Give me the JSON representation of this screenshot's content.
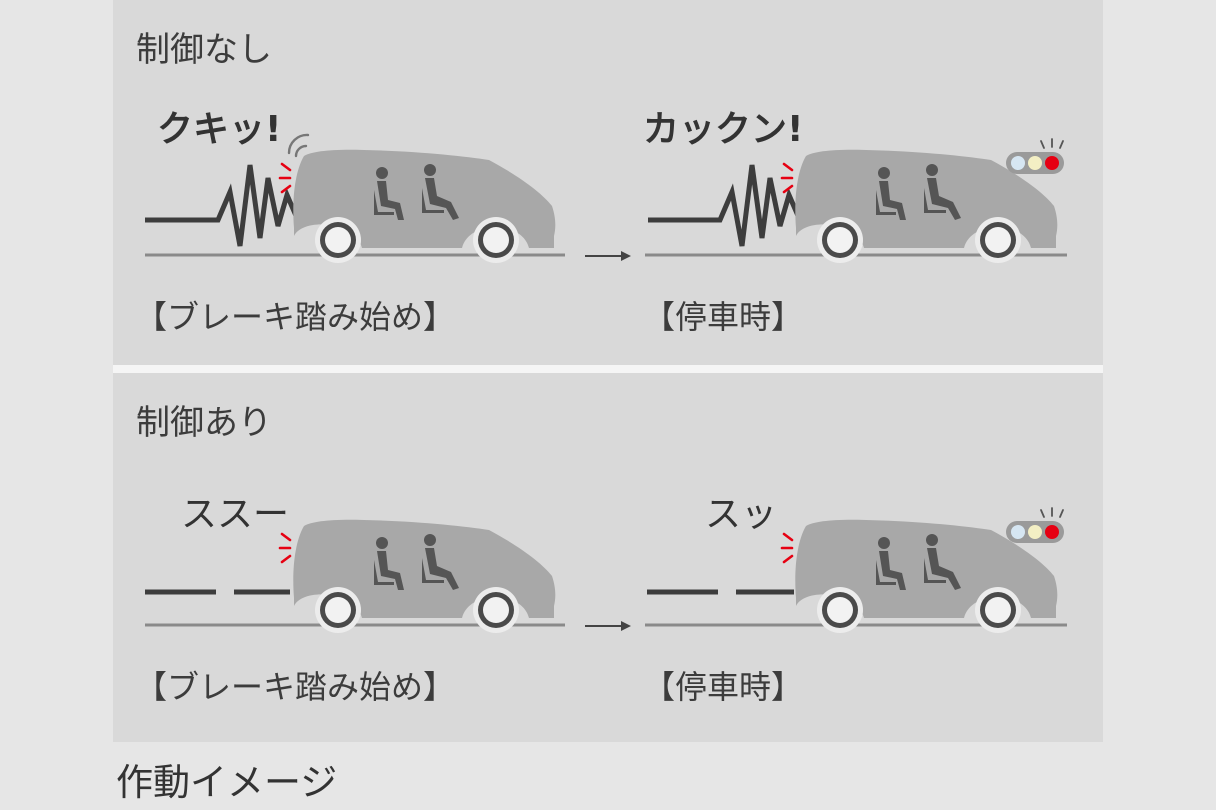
{
  "panels": {
    "without_control": {
      "title": "制御なし",
      "sound_start": "クキッ!",
      "sound_stop": "カックン!",
      "label_start": "【ブレーキ踏み始め】",
      "label_stop": "【停車時】"
    },
    "with_control": {
      "title": "制御あり",
      "sound_start": "ススー",
      "sound_stop": "スッ",
      "label_start": "【ブレーキ踏み始め】",
      "label_stop": "【停車時】"
    }
  },
  "footer": {
    "caption": "作動イメージ"
  },
  "colors": {
    "background": "#e6e6e6",
    "panel": "#d9d9d9",
    "car_body": "#a8a8a8",
    "road": "#8a8a8a",
    "wave": "#3d3d3d",
    "brake_light": "#e60012",
    "signal_red": "#e60012",
    "signal_yellow": "#f3efc4",
    "signal_blue": "#d6e6f2"
  },
  "icons": [
    "car-icon",
    "passenger-icon",
    "brake-light-icon",
    "traffic-signal-icon",
    "arrow-right-icon",
    "vibration-wave-icon"
  ]
}
